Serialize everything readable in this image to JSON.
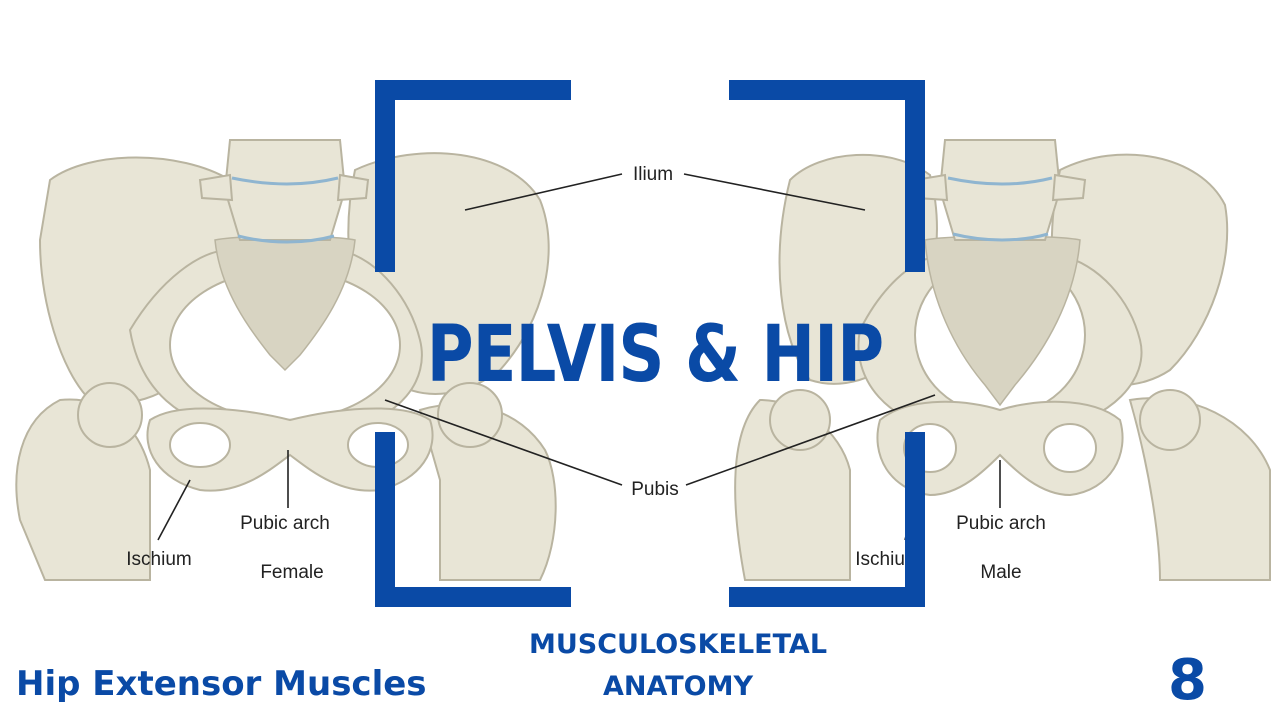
{
  "colors": {
    "accent": "#0a4aa6",
    "bone": "#e8e5d6",
    "bone_outline": "#b9b4a0",
    "label": "#222222"
  },
  "title": "PELVIS & HIP",
  "figures": {
    "female": {
      "caption": "Female",
      "labels": {
        "ischium": "Ischium",
        "pubic_arch": "Pubic arch"
      }
    },
    "male": {
      "caption": "Male",
      "labels": {
        "ischium": "Ischium",
        "pubic_arch": "Pubic arch"
      }
    },
    "shared_labels": {
      "ilium": "Ilium",
      "pubis": "Pubis"
    }
  },
  "footer": {
    "series_title": "Hip Extensor Muscles",
    "subtitle_lines": [
      "MUSCULOSKELETAL",
      "ANATOMY"
    ],
    "episode_number": "8"
  }
}
